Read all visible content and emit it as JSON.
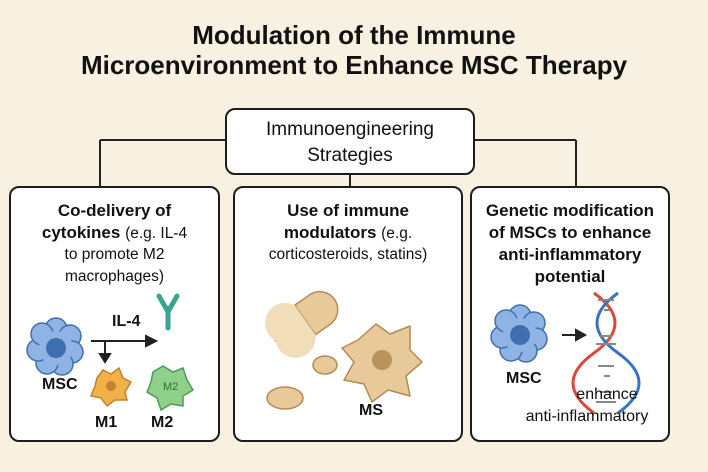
{
  "title": {
    "line1": "Modulation of the Immune",
    "line2": "Microenvironment to Enhance MSC Therapy"
  },
  "center": {
    "line1": "Immunoengineering",
    "line2": "Strategies"
  },
  "col1": {
    "line1": "Co-delivery of",
    "line2_bold": "cytokines",
    "line2_rest": "(e.g. IL-4",
    "line3": "to promote M2",
    "line4": "macrophages)",
    "label_il4": "IL-4",
    "label_msc": "MSC",
    "label_m1": "M1",
    "label_m2": "M2",
    "cell_text": "M2"
  },
  "col2": {
    "line1_bold": "Use of immune",
    "line2_bold": "modulators",
    "line2_rest": "(e.g.",
    "line3": "corticosteroids, statins)",
    "label_ms": "MS"
  },
  "col3": {
    "line1": "Genetic modification",
    "line2": "of MSCs to enhance",
    "line3": "anti-inflammatory",
    "line4": "potential",
    "label_msc": "MSC",
    "label_enh1": "enhance",
    "label_enh2": "anti-inflammatory"
  },
  "colors": {
    "background": "#f8f1e2",
    "msc_blue": "#8fb4e3",
    "msc_nucleus": "#3f6fb2",
    "m1_orange": "#f0b04a",
    "m2_green": "#8fd08b",
    "antibody_teal": "#3aa58f",
    "pill_tan": "#e8c99a",
    "dna_red": "#d84a3a",
    "dna_blue": "#3a72c4"
  },
  "icons": [
    "msc-cell-icon",
    "antibody-icon",
    "m1-macrophage-icon",
    "m2-macrophage-icon",
    "pill-capsule-icon",
    "cell-icon",
    "dna-helix-icon",
    "arrow-icon"
  ]
}
